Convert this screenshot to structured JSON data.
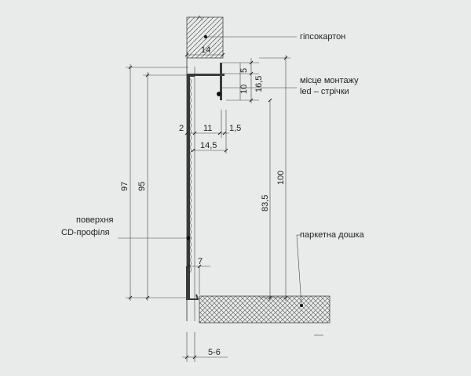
{
  "labels": {
    "drywall": "гіпсокартон",
    "led_line1": "місце монтажу",
    "led_line2": "led – стрічки",
    "cd_line1": "поверхня",
    "cd_line2": "CD-профіля",
    "parquet": "паркетна дошка"
  },
  "dims": {
    "d14": "14",
    "d5": "5",
    "d16_5": "16,5",
    "d10": "10",
    "d2": "2",
    "d11": "11",
    "d1_5": "1,5",
    "d14_5": "14,5",
    "d97": "97",
    "d95": "95",
    "d83_5": "83,5",
    "d100": "100",
    "d7": "7",
    "d5_6": "5-6"
  },
  "colors": {
    "background": "#e9eaea",
    "profile": "#3a3a3a",
    "hatch": "#555555"
  }
}
